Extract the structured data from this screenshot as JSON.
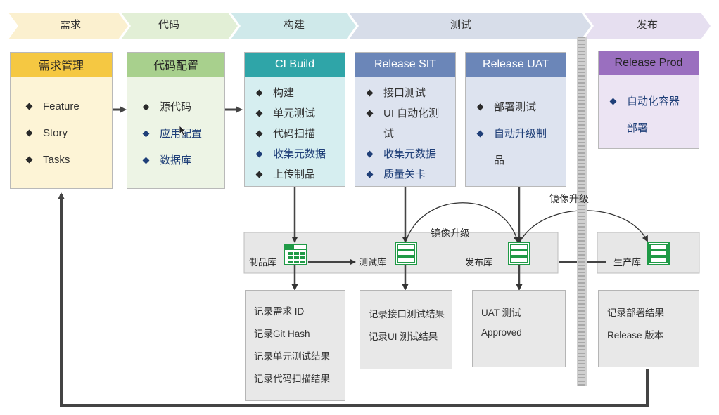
{
  "stages": [
    "需求",
    "代码",
    "构建",
    "测试",
    "发布"
  ],
  "boxes": {
    "req": {
      "title": "需求管理",
      "items": [
        "Feature",
        "Story",
        "Tasks"
      ]
    },
    "code": {
      "title": "代码配置",
      "items": [
        "源代码",
        "应用配置",
        "数据库"
      ]
    },
    "ci": {
      "title": "CI Build",
      "items": [
        "构建",
        "单元测试",
        "代码扫描",
        "收集元数据",
        "上传制品"
      ]
    },
    "sit": {
      "title": "Release SIT",
      "items": [
        "接口测试",
        "UI 自动化测",
        "试",
        "收集元数据",
        "质量关卡"
      ]
    },
    "uat": {
      "title": "Release UAT",
      "items": [
        "部署测试",
        "自动升级制",
        "品"
      ]
    },
    "prod": {
      "title": "Release Prod",
      "items": [
        "自动化容器",
        "部署"
      ]
    }
  },
  "repos": [
    "制品库",
    "测试库",
    "发布库",
    "生产库"
  ],
  "upgrade_labels": [
    "镜像升级",
    "镜像升级"
  ],
  "notes": {
    "artifact": [
      "记录需求 ID",
      "记录Git Hash",
      "记录单元测试结果",
      "记录代码扫描结果"
    ],
    "test": [
      "记录接口测试结果",
      "记录UI 测试结果"
    ],
    "release": [
      "UAT 测试",
      "Approved"
    ],
    "prod": [
      "记录部署结果",
      "Release 版本"
    ]
  },
  "colors": {
    "req": "#f5c842",
    "code": "#a8d08d",
    "ci": "#2fa5a8",
    "sit": "#6b86b8",
    "uat": "#6b86b8",
    "prod": "#9a6fbf",
    "repo_icon": "#1f9a46",
    "arrow": "#444444"
  }
}
